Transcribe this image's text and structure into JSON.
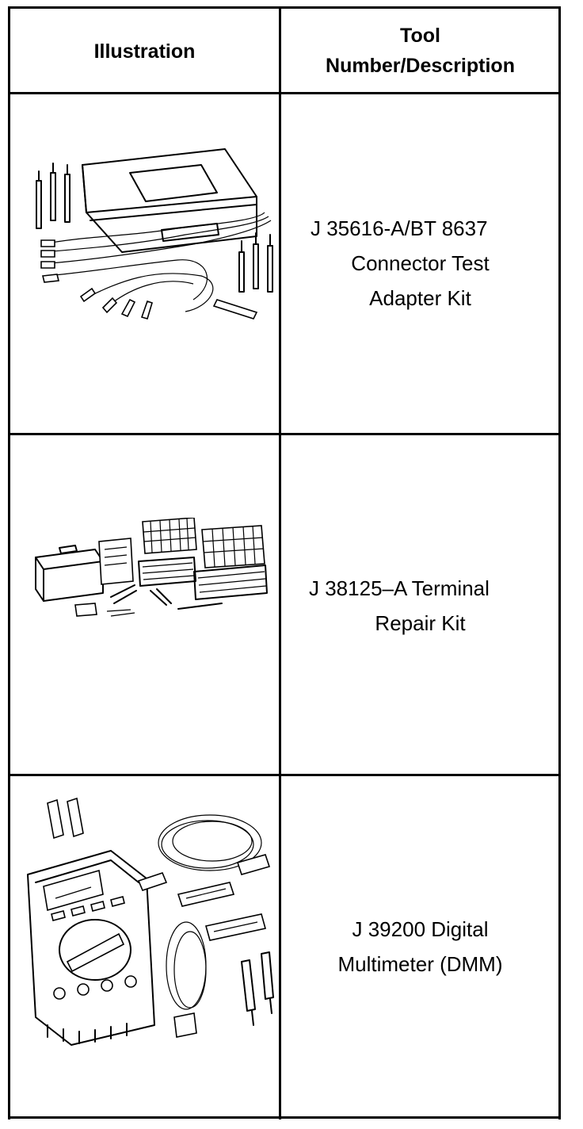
{
  "table": {
    "headers": {
      "illustration": "Illustration",
      "tool_line1": "Tool",
      "tool_line2": "Number/Description"
    },
    "rows": [
      {
        "illustration_icon": "connector-test-adapter-kit-illustration",
        "lines": [
          "J 35616-A/BT 8637",
          "Connector Test",
          "Adapter Kit"
        ]
      },
      {
        "illustration_icon": "terminal-repair-kit-illustration",
        "lines": [
          "J 38125–A Terminal",
          "Repair Kit"
        ]
      },
      {
        "illustration_icon": "digital-multimeter-illustration",
        "lines": [
          "J 39200 Digital",
          "Multimeter (DMM)"
        ]
      }
    ]
  }
}
